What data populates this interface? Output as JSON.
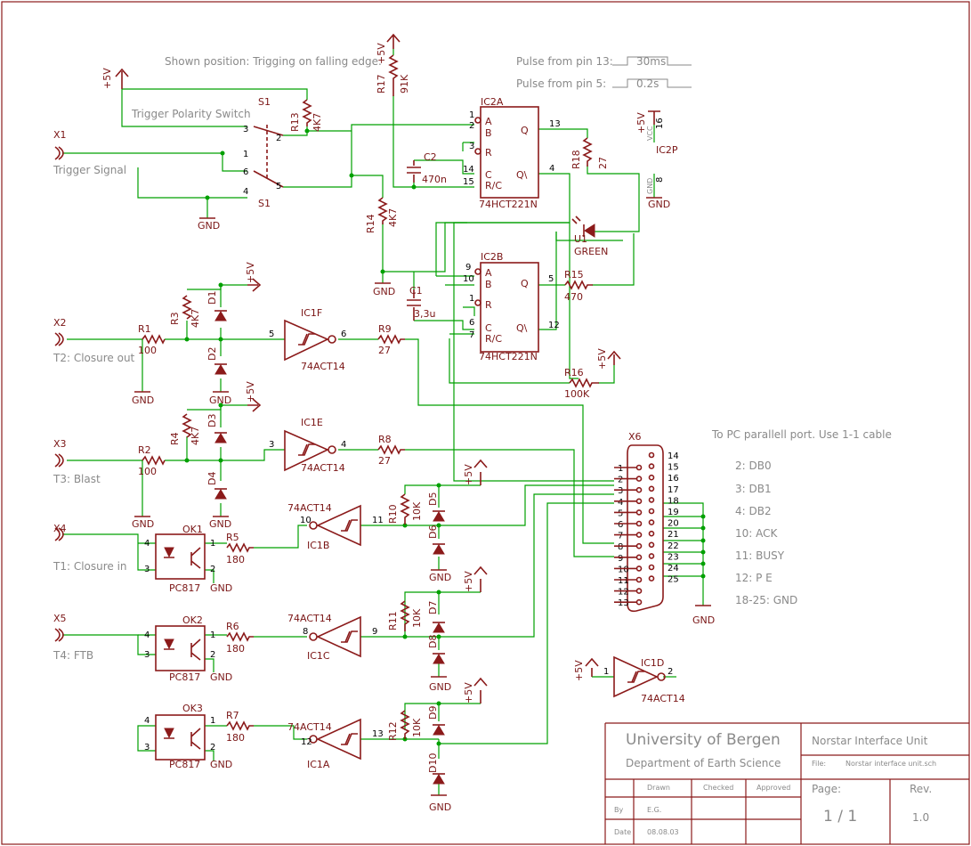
{
  "notes": {
    "shown_position": "Shown position: Trigging on falling edge.",
    "pulse13": "Pulse from pin 13:",
    "pulse13_time": "30ms",
    "pulse5": "Pulse from pin 5:",
    "pulse5_time": "0.2s",
    "pc_port": "To PC parallell port. Use 1-1 cable",
    "trigger_switch": "Trigger Polarity Switch"
  },
  "pinmap": [
    "2: DB0",
    "3: DB1",
    "4: DB2",
    "10: ACK",
    "11: BUSY",
    "12: P E",
    "18-25: GND"
  ],
  "connectors": {
    "x1": "X1",
    "x1_label": "Trigger Signal",
    "x2": "X2",
    "x2_label": "T2: Closure out",
    "x3": "X3",
    "x3_label": "T3: Blast",
    "x4": "X4",
    "x4_label": "T1: Closure in",
    "x5": "X5",
    "x5_label": "T4: FTB",
    "x6": "X6",
    "x6_left": [
      "1",
      "2",
      "3",
      "4",
      "5",
      "6",
      "7",
      "8",
      "9",
      "10",
      "11",
      "12",
      "13"
    ],
    "x6_right": [
      "14",
      "15",
      "16",
      "17",
      "18",
      "19",
      "20",
      "21",
      "22",
      "23",
      "24",
      "25"
    ]
  },
  "parts": {
    "s1": "S1",
    "s1b": "S1",
    "r1": "R1",
    "r1_val": "100",
    "r2": "R2",
    "r2_val": "100",
    "r3": "R3",
    "r3_val": "4K7",
    "r4": "R4",
    "r4_val": "4K7",
    "r5": "R5",
    "r5_val": "180",
    "r6": "R6",
    "r6_val": "180",
    "r7": "R7",
    "r7_val": "180",
    "r8": "R8",
    "r8_val": "27",
    "r9": "R9",
    "r9_val": "27",
    "r10": "R10",
    "r10_val": "10K",
    "r11": "R11",
    "r11_val": "10K",
    "r12": "R12",
    "r12_val": "10K",
    "r13": "R13",
    "r13_val": "4K7",
    "r14": "R14",
    "r14_val": "4K7",
    "r15": "R15",
    "r15_val": "470",
    "r16": "R16",
    "r16_val": "100K",
    "r17": "R17",
    "r17_val": "91K",
    "r18": "R18",
    "r18_val": "27",
    "c1": "C1",
    "c1_val": "3,3u",
    "c2": "C2",
    "c2_val": "470n",
    "d1": "D1",
    "d2": "D2",
    "d3": "D3",
    "d4": "D4",
    "d5": "D5",
    "d6": "D6",
    "d7": "D7",
    "d8": "D8",
    "d9": "D9",
    "d10": "D10",
    "ic1a": "IC1A",
    "ic1b": "IC1B",
    "ic1c": "IC1C",
    "ic1d": "IC1D",
    "ic1e": "IC1E",
    "ic1f": "IC1F",
    "act14": "74ACT14",
    "ic2a": "IC2A",
    "ic2b": "IC2B",
    "ic2p": "IC2P",
    "hct221": "74HCT221N",
    "ok1": "OK1",
    "ok2": "OK2",
    "ok3": "OK3",
    "pc817": "PC817",
    "u1": "U1",
    "u1_val": "GREEN",
    "a": "A",
    "b": "B",
    "r": "R",
    "c": "C",
    "rc": "R/C",
    "q": "Q",
    "qn": "Q\\",
    "vcc": "VCC",
    "gnd": "GND",
    "p5v": "+5V"
  },
  "titleblock": {
    "university": "University of Bergen",
    "department": "Department of Earth Science",
    "project": "Norstar Interface Unit",
    "file_label": "File:",
    "file": "Norstar interface unit.sch",
    "drawn": "Drawn",
    "checked": "Checked",
    "approved": "Approved",
    "by_label": "By",
    "by": "E.G.",
    "date_label": "Date",
    "date": "08.08.03",
    "page_label": "Page:",
    "page": "1 / 1",
    "rev_label": "Rev.",
    "rev": "1.0"
  }
}
